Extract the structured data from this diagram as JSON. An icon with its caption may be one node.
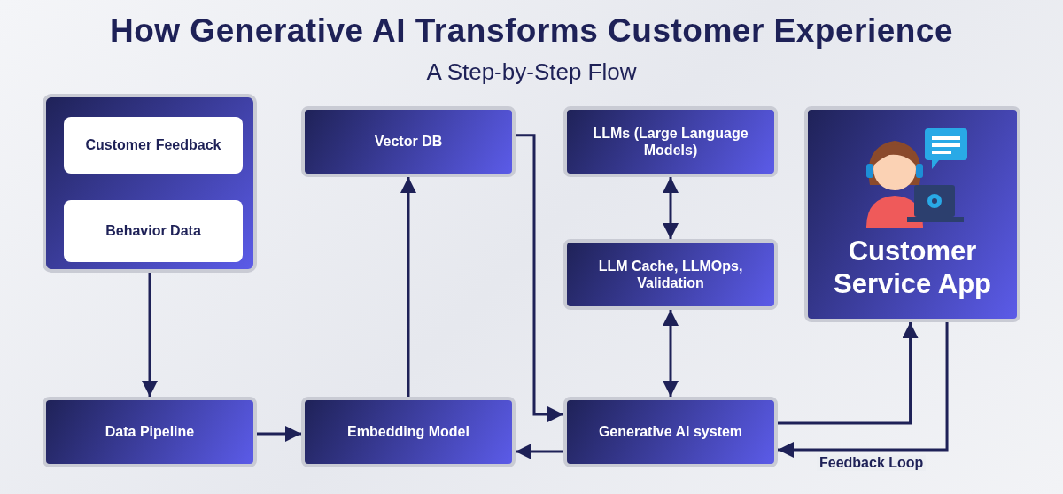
{
  "diagram": {
    "title": "How Generative AI Transforms Customer Experience",
    "nodes": [
      {
        "text": [],
        "shape": "box"
      },
      {
        "text": [
          "Customer Feedback"
        ],
        "in": 0
      },
      {
        "text": [
          "Behavior Data"
        ],
        "in": 0
      },
      {
        "text": [
          "Vector DB"
        ]
      },
      {
        "text": [
          "LLMs (Large Language Models)"
        ]
      },
      {
        "text": [
          "Customer Service App"
        ]
      },
      {
        "text": [
          "LLM Cache, LLMOps, Validation"
        ]
      },
      {
        "text": [
          "Data Pipeline"
        ]
      },
      {
        "text": [
          "Embedding Model"
        ]
      },
      {
        "text": [
          "Generative AI system"
        ]
      }
    ],
    "edges": [
      {
        "from": 0,
        "to": 7,
        "arrow": "to"
      },
      {
        "from": 7,
        "to": 8,
        "arrow": "to"
      },
      {
        "from": 8,
        "to": 3,
        "arrow": "to"
      },
      {
        "from": 3,
        "to": 9,
        "arrow": "to"
      },
      {
        "from": 4,
        "to": 6,
        "arrow": "both"
      },
      {
        "from": 6,
        "to": 9,
        "arrow": "both"
      },
      {
        "from": 9,
        "to": 8,
        "arrow": "to"
      },
      {
        "from": 9,
        "to": 5,
        "arrow": "to"
      },
      {
        "from": 5,
        "to": 9,
        "arrow": "to",
        "label": "Feedback Loop"
      }
    ],
    "labels": [
      "A Step-by-Step Flow"
    ]
  }
}
